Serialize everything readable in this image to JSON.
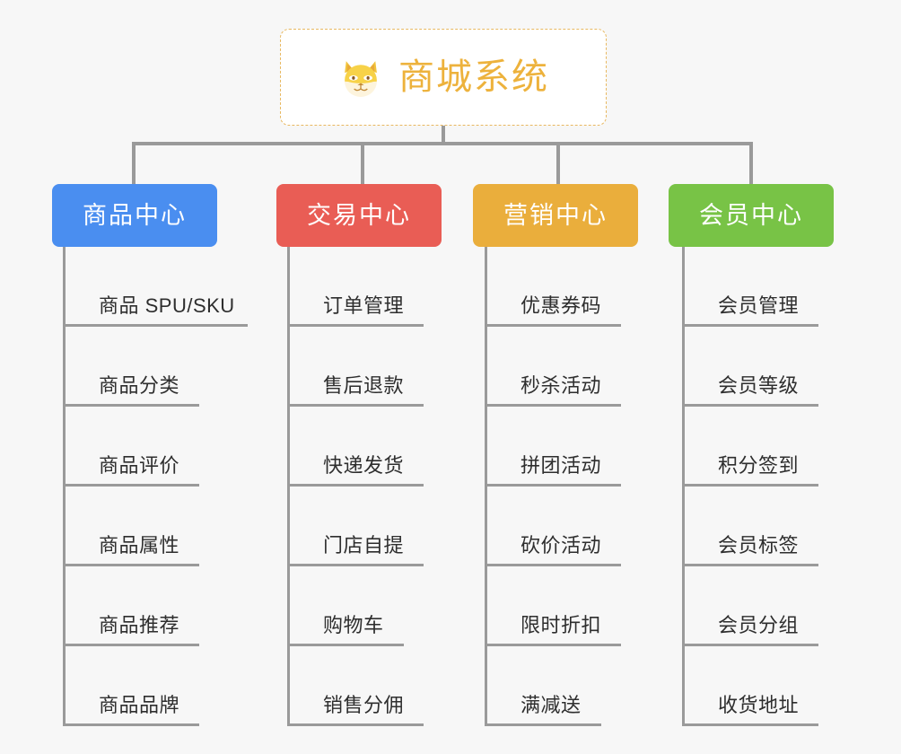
{
  "root": {
    "title": "商城系统",
    "icon": "shiba-dog-icon",
    "border_color": "#e8b860",
    "text_color": "#edb23c"
  },
  "connector_color": "#9a9a9a",
  "background_color": "#f7f7f7",
  "branches": [
    {
      "label": "商品中心",
      "color": "#4a8ef0",
      "items": [
        "商品 SPU/SKU",
        "商品分类",
        "商品评价",
        "商品属性",
        "商品推荐",
        "商品品牌"
      ]
    },
    {
      "label": "交易中心",
      "color": "#e95d55",
      "items": [
        "订单管理",
        "售后退款",
        "快递发货",
        "门店自提",
        "购物车",
        "销售分佣"
      ]
    },
    {
      "label": "营销中心",
      "color": "#eaae3c",
      "items": [
        "优惠券码",
        "秒杀活动",
        "拼团活动",
        "砍价活动",
        "限时折扣",
        "满减送"
      ]
    },
    {
      "label": "会员中心",
      "color": "#78c346",
      "items": [
        "会员管理",
        "会员等级",
        "积分签到",
        "会员标签",
        "会员分组",
        "收货地址"
      ]
    }
  ]
}
